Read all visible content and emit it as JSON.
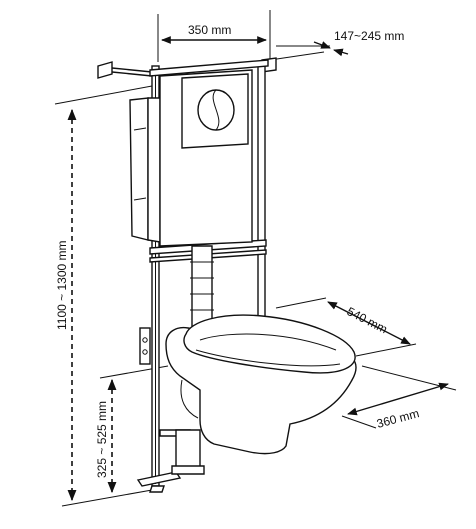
{
  "diagram": {
    "dimensions": {
      "frame_width": "350 mm",
      "wall_depth": "147~245 mm",
      "frame_height": "1100 ~ 1300 mm",
      "bowl_height": "325 ~ 525 mm",
      "bowl_length": "540 mm",
      "bowl_width": "360 mm"
    }
  }
}
